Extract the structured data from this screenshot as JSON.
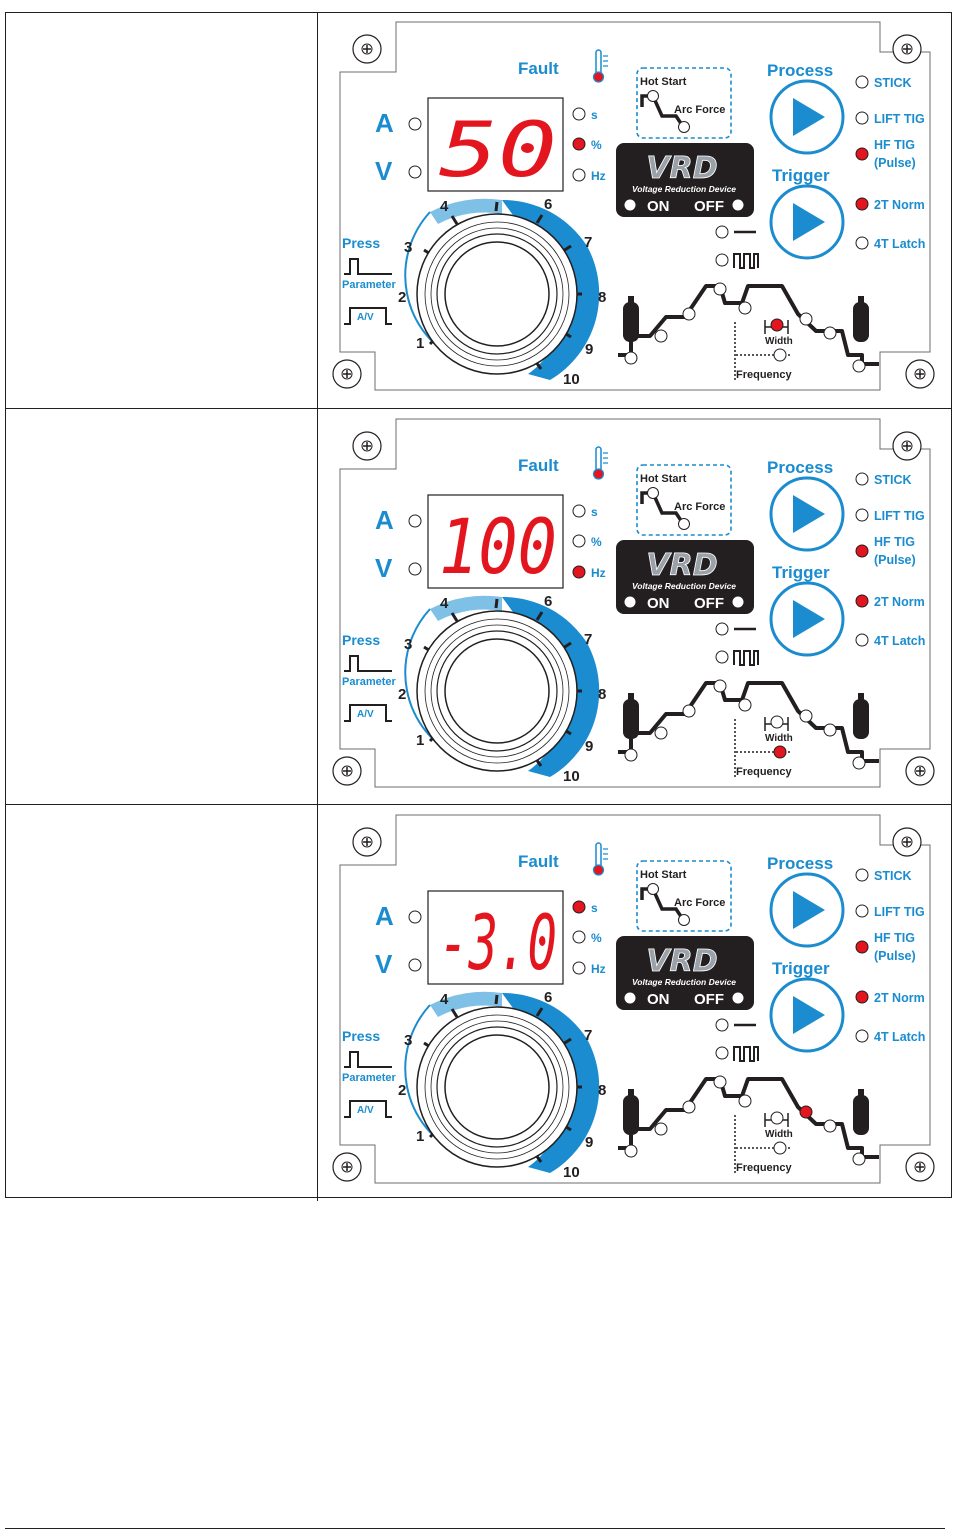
{
  "labels": {
    "fault": "Fault",
    "amps": "A",
    "volts": "V",
    "unit_s": "s",
    "unit_percent": "%",
    "unit_hz": "Hz",
    "hot_start": "Hot Start",
    "arc_force": "Arc Force",
    "vrd_logo": "VRD",
    "vrd_desc": "Voltage Reduction Device",
    "vrd_on": "ON",
    "vrd_off": "OFF",
    "process": "Process",
    "trigger": "Trigger",
    "stick": "STICK",
    "lift_tig": "LIFT TIG",
    "hf_tig_1": "HF TIG",
    "hf_tig_2": "(Pulse)",
    "norm_2t": "2T Norm",
    "latch_4t": "4T Latch",
    "press": "Press",
    "parameter": "Parameter",
    "av": "A/V",
    "width": "Width",
    "frequency": "Frequency",
    "dial_1": "1",
    "dial_2": "2",
    "dial_3": "3",
    "dial_4": "4",
    "dial_6": "6",
    "dial_7": "7",
    "dial_8": "8",
    "dial_9": "9",
    "dial_10": "10"
  },
  "panels": [
    {
      "display": "50",
      "active_unit": "%",
      "active_param": "width"
    },
    {
      "display": "100",
      "active_unit": "Hz",
      "active_param": "frequency"
    },
    {
      "display": "-3.0",
      "active_unit": "s",
      "active_param": "downslope"
    }
  ],
  "colors": {
    "accent": "#1a8ccf",
    "led_on": "#e3161f",
    "display_digits": "#e3161f"
  },
  "icons": [
    "thermometer-icon",
    "play-icon",
    "gas-cylinder-icon",
    "screw-icon"
  ]
}
